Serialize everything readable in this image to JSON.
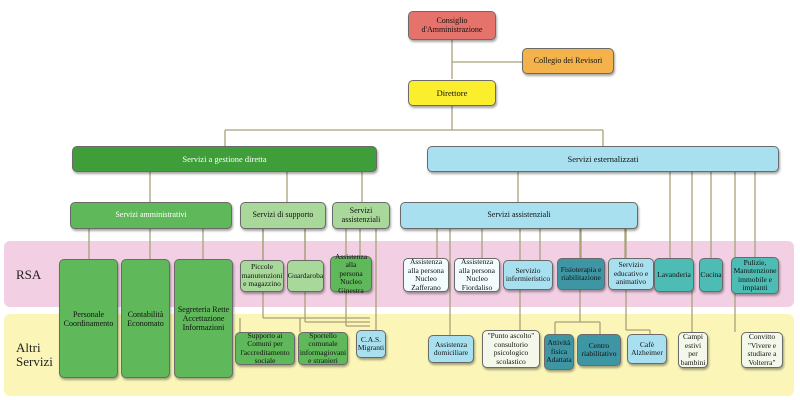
{
  "bands": {
    "rsa": "RSA",
    "altri_line1": "Altri",
    "altri_line2": "Servizi"
  },
  "top": {
    "board": "Consiglio d'Amministrazione",
    "auditors": "Collegio dei Revisori",
    "director": "Direttore"
  },
  "branches": {
    "direct": "Servizi a gestione diretta",
    "external": "Servizi esternalizzati"
  },
  "direct_groups": {
    "admin": "Servizi amministrativi",
    "support": "Servizi di supporto",
    "assist": "Servizi assistenziali"
  },
  "admin_units": {
    "personale": "Personale Coordinamento",
    "contabilita": "Contabilità Economato",
    "segreteria": "Segreteria Rette Accettazione Informazioni"
  },
  "support_units": {
    "manutenzioni": "Piccole manutenzioni e magazzino",
    "guardaroba": "Guardaroba",
    "ginestra": "Assistenza alla persona Nucleo Ginestra"
  },
  "external_groups": {
    "assist": "Servizi assistenziali"
  },
  "external_rsa": {
    "zafferano": "Assistenza alla persona Nucleo Zafferano",
    "fiordaliso": "Assistenza alla persona Nucleo Fiordaliso",
    "infermieristico": "Servizio infermieristico",
    "fisioterapia": "Fisioterapia e riabilitazione",
    "educativo": "Servizio educativo e animativo",
    "lavanderia": "Lavanderia",
    "cucina": "Cucina",
    "pulizie": "Pulizie, Manutenzione immobile e impianti"
  },
  "altri": {
    "supporto_comuni": "Supporto ai Comuni per l'accreditamento sociale",
    "sportello": "Sportello comunale informagiovani e stranieri",
    "cas": "C.A.S. Migranti",
    "domiciliare": "Assistenza domiciliare",
    "punto_ascolto": "\"Punto ascolto\" consultorio psicologico scolastico",
    "afa": "Attività fisica Adattata",
    "centro_riab": "Centro riabilitativo",
    "cafe": "Cafè Alzheimer",
    "campi": "Campi estivi per bambini",
    "convitto": "Convitto \"Vivere e studiare a Volterra\""
  },
  "colors": {
    "rsa_band": "#f3cfe4",
    "altri_band": "#fbf6b8",
    "connector": "#a9a17a"
  }
}
